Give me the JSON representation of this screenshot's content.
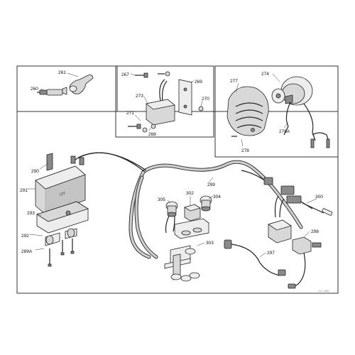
{
  "parts": {
    "p260": "260",
    "p261": "261",
    "p267": "267",
    "p268": "268",
    "p269": "269",
    "p270": "270",
    "p271": "271",
    "p273": "273",
    "p274": "274",
    "p276a": "276A",
    "p277": "277",
    "p278": "278",
    "p289a": "289A",
    "p290": "290",
    "p291": "291",
    "p292": "292",
    "p293": "293",
    "p297": "297",
    "p298": "298",
    "p299": "299",
    "p300": "300",
    "p302": "302",
    "p303": "303",
    "p304": "304",
    "p305": "305"
  },
  "battery_label": "12V",
  "figure_code": "3.27.1852",
  "colors": {
    "line": "#222222",
    "fill": "#d8d8d8"
  }
}
